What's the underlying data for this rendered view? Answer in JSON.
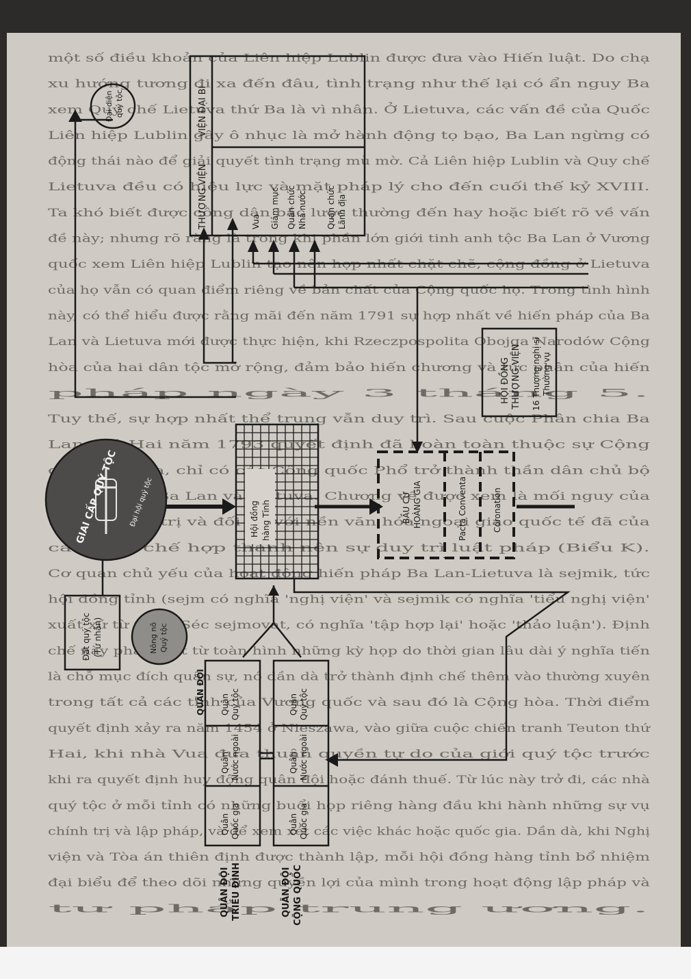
{
  "diagram": {
    "dai_dien_quy_toc": [
      "Đại diện",
      "quý tộc"
    ],
    "vien_dai_bi": "VIỆN ĐẠI BI",
    "thuong_vien": "THƯỢNG VIỆN",
    "senate_members": [
      "Vua",
      "Giám mục",
      "Quan chức",
      "Nhà nước",
      "Quan chức",
      "Lãnh địa"
    ],
    "hoi_dong_thuong_vien": [
      "HỘI ĐỒNG",
      "THƯỢNG VIỆN"
    ],
    "thuong_nghi_si": [
      "16 Thượng nghị sĩ",
      "Thường vụ"
    ],
    "giai_cap_quy_toc": "GIAI CẤP QUÝ TỘC",
    "dai_hoi_quy_toc": "Đại hội quý tộc",
    "hoi_dong_hang_tinh": [
      "Hội đồng",
      "hàng Tỉnh"
    ],
    "bau_cu_hoang_gia": [
      "BẦU CỬ",
      "HOÀNG GIA"
    ],
    "pacta_conventa": "Pacta Conventa",
    "coronation": "Coronation",
    "dat_quy_toc": [
      "Đất quý tộc",
      "(Tư nhân)"
    ],
    "nong_no": [
      "Nông nô",
      "Quý tộc"
    ],
    "quan_doi": "QUÂN ĐỘI",
    "army_rows": [
      {
        "title": [
          "QUÂN ĐỘI",
          "TRIỀU ĐÌNH"
        ],
        "cells": [
          [
            "Quân",
            "Quý tộc"
          ],
          [
            "Quân",
            "Nước ngoài"
          ],
          [
            "Quân",
            "Quốc gia"
          ]
        ]
      },
      {
        "title": [
          "QUÂN ĐỘI",
          "CỘNG QUỐC"
        ],
        "cells": [
          [
            "Quân",
            "Quý tộc"
          ],
          [
            "Quân",
            "Nước ngoài"
          ],
          [
            "Quân",
            "Quốc gia"
          ]
        ]
      }
    ]
  },
  "bleed_text": [
    "một số điều khoản của Liên hiệp Lublin được đưa vào Hiến luật. Do chạ",
    "xu hướng tương đi xa đến đâu, tình trạng như thế lại có ẩn nguy Ba",
    "xem Quy chế Lietuva thứ Ba là vì nhân. Ở Lietuva, các vấn đề của Quốc",
    "Liên hiệp Lublin gây ô nhục là mở hành động tọ bạo, Ba Lan ngừng có",
    "động thái nào để giải quyết tình trạng mù mờ. Cả Liên hiệp Lublin và Quy chế",
    "Lietuva đều có hiệu lực và mặt pháp lý cho đến cuối thế kỷ XVIII.",
    "Ta khó biết được công dân bắc lược thường đến hay hoặc biết rõ về vấn",
    "đề này; nhưng rõ ràng là trong khi phần lớn giới tinh anh tộc Ba Lan ở Vương",
    "quốc xem Liên hiệp Lublin tạo nên hợp nhất chặt chẽ, cộng đồng ở Lietuva",
    "của họ vẫn có quan điểm riêng về bản chất của Cộng quốc họ. Trong tình hình",
    "này, có thể hiểu được rằng mãi đến năm 1791 sự hợp nhất về hiến pháp của Ba",
    "Lan và Lietuva mới được thực hiện, khi Rzeczpospolita Obojga Narodów Cộng",
    "hòa của hai dân tộc mở rộng, đảm bảo hiến chương và tức phân của hiến",
    "pháp ngày 3 tháng 5.",
    "Tuy thế, sự hợp nhất thể trung vẫn duy trì. Sau cuộc Phân chia Ba",
    "Lan thứ Hai năm 1793 quyết định đã hoàn toàn thuộc sự Cộng",
    "quốc Lietuva, chỉ có các Công quốc Phổ trở thành thần dân chủ bộ",
    "Vương quốc Ba Lan và Lietuva. Chương về được xem là mối nguy của",
    "thông chính trị và đối lại với nền văn hóa ngoại giao quốc tế đã của",
    "các định chế hợp thành nên sự duy trì luật pháp (Biểu K).",
    "Cơ quan chủ yếu của hoạt động hiến pháp Ba Lan-Lietuva là sejmik, tức",
    "hội đồng tỉnh (sejm có nghĩa 'nghị viện' và sejmik có nghĩa 'tiểu nghị viện'",
    "xuất xứ từ tiếng Séc sejmovat, có nghĩa 'tập hợp lại' hoặc 'thảo luận'). Định",
    "chế này phát xuất từ toàn hình những kỳ họp do thời gian lâu dài ý nghĩa tiến",
    "là chỗ mục đích quân sự, nó dần dà trở thành định chế thêm vào thường xuyên",
    "trong tất cả các tỉnh của Vương quốc và sau đó là Cộng hòa. Thời điểm",
    "quyết định xảy ra năm 1454 ở Nieszawa, vào giữa cuộc chiến tranh Teuton thứ",
    "Hai, khi nhà Vua đưa thuận quyền tự do của giới quý tộc trước",
    "khi ra quyết định huy động quân đội hoặc đánh thuế. Từ lúc này trở đi, các nhà",
    "quý tộc ở mỗi tỉnh có những buổi họp riêng hàng đầu khi hành những sự vụ",
    "chính trị và lập pháp, và để xem xét các việc khác hoặc quốc gia. Dần dà, khi Nghị",
    "viện và Tòa án thiên định được thành lập, mỗi hội đồng hàng tỉnh bổ nhiệm",
    "đại biểu để theo dõi những quyền lợi của mình trong hoạt động lập pháp và",
    "tư pháp trung ương."
  ]
}
